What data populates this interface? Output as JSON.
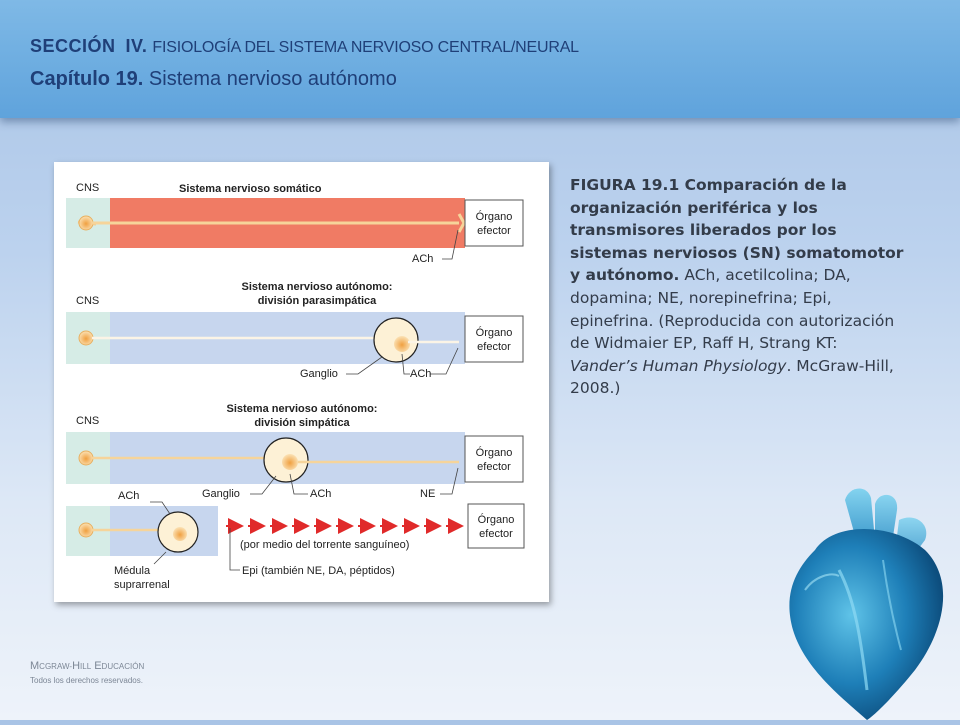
{
  "header": {
    "section_label": "SECCIÓN",
    "section_number": "IV.",
    "section_title": "FISIOLOGÍA DEL SISTEMA NERVIOSO CENTRAL/NEURAL",
    "chapter_label": "Capítulo 19.",
    "chapter_title": "Sistema nervioso autónomo"
  },
  "figure": {
    "somatic": {
      "cns": "CNS",
      "title": "Sistema nervioso somático",
      "organ_line1": "Órgano",
      "organ_line2": "efector",
      "transmitter": "ACh"
    },
    "parasympathetic": {
      "cns": "CNS",
      "title_line1": "Sistema nervioso autónomo:",
      "title_line2": "división parasimpática",
      "organ_line1": "Órgano",
      "organ_line2": "efector",
      "ganglion": "Ganglio",
      "transmitter": "ACh"
    },
    "sympathetic": {
      "cns": "CNS",
      "title_line1": "Sistema nervioso autónomo:",
      "title_line2": "división simpática",
      "organ_line1": "Órgano",
      "organ_line2": "efector",
      "ach_left": "ACh",
      "ganglion": "Ganglio",
      "ach_mid": "ACh",
      "ne": "NE",
      "blood_note": "(por medio del torrente sanguíneo)",
      "organ2_line1": "Órgano",
      "organ2_line2": "efector",
      "medulla_line1": "Médula",
      "medulla_line2": "suprarrenal",
      "epi_note": "Epi (también NE, DA, péptidos)"
    }
  },
  "caption": {
    "bold": "FIGURA 19.1 Comparación de la organización periférica y los transmisores liberados por los sistemas nerviosos (SN) somatomotor y autónomo.",
    "text1": "ACh, acetilcolina; DA, dopamina; NE, norepinefrina; Epi, epinefrina. (Reproducida con autorización de Widmaier EP, Raff H, Strang KT:",
    "italic": "Vander’s Human Physiology",
    "text2": ". McGraw-Hill, 2008.)"
  },
  "footer": {
    "publisher_m": "M",
    "publisher_cgraw": "C",
    "publisher_raw": "GRAW-",
    "publisher_h": "H",
    "publisher_ill": "ILL",
    "publisher_e": "E",
    "publisher_ducacion": "DUCACIÓN",
    "rights": "Todos los derechos reservados."
  },
  "colors": {
    "header_blue": "#5fa3dc",
    "title_navy": "#1f3f78",
    "somatic_red": "#f07b64",
    "autonomic_blue": "#c7d6ee",
    "cns_mint": "#d6ece6",
    "blood_arrow_red": "#e02a2a"
  }
}
